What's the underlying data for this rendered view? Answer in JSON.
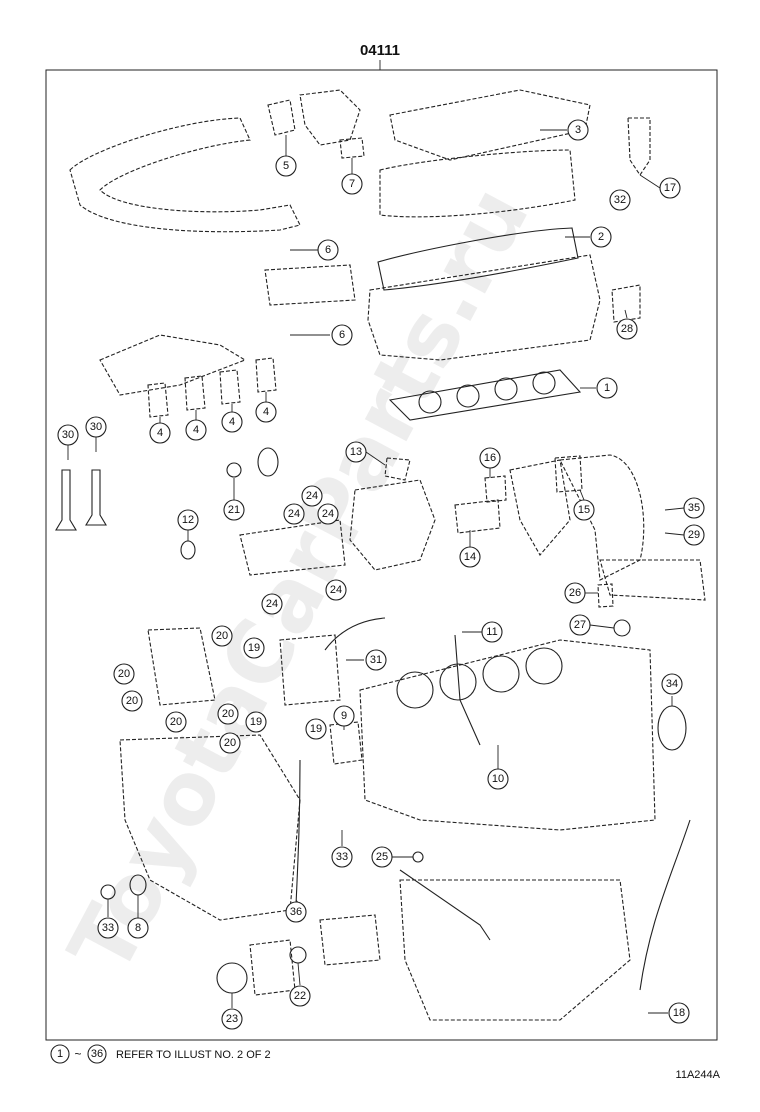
{
  "header": {
    "part_number": "04111"
  },
  "footer": {
    "range_start": "1",
    "range_tilde": "~",
    "range_end": "36",
    "note": "REFER TO ILLUST NO. 2 OF 2",
    "illustration_code": "11A244A"
  },
  "watermark": "ToyotaCarParts.ru",
  "callouts": [
    "1",
    "2",
    "3",
    "4",
    "4",
    "4",
    "4",
    "5",
    "6",
    "6",
    "7",
    "8",
    "9",
    "10",
    "11",
    "12",
    "13",
    "14",
    "15",
    "16",
    "17",
    "18",
    "19",
    "19",
    "19",
    "20",
    "20",
    "20",
    "20",
    "20",
    "20",
    "21",
    "22",
    "23",
    "24",
    "24",
    "24",
    "24",
    "24",
    "25",
    "26",
    "27",
    "28",
    "29",
    "30",
    "30",
    "31",
    "32",
    "33",
    "33",
    "34",
    "35",
    "36"
  ]
}
